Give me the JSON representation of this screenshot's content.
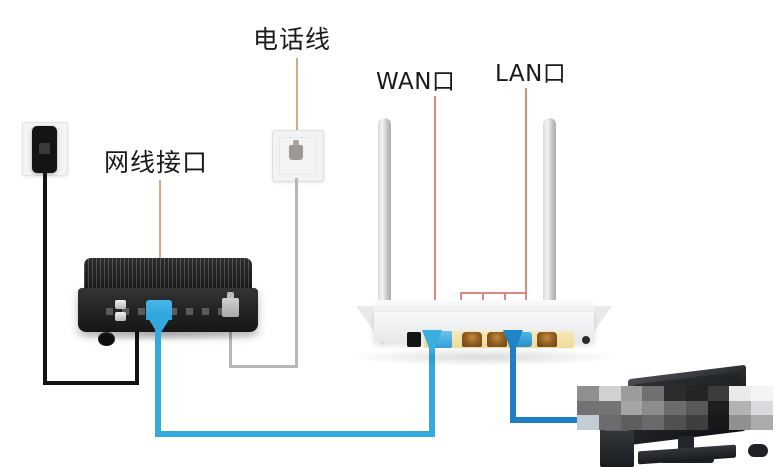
{
  "diagram": {
    "title": "router-connection-diagram",
    "labels": [
      {
        "id": "phone-line",
        "text": "电话线",
        "type": "cn"
      },
      {
        "id": "lan-port-cn",
        "text": "网线接口",
        "type": "cn"
      },
      {
        "id": "wan-port",
        "text": "WAN口",
        "type": "en"
      },
      {
        "id": "lan-port",
        "text": "LAN口",
        "type": "en"
      }
    ],
    "devices": {
      "power_outlet": "power-wall-outlet",
      "phone_jack": "phone-wall-jack",
      "modem": "dsl-cable-modem",
      "router": "wireless-router",
      "computer": "desktop-computer"
    },
    "router_ports": {
      "power_jack": "power-jack",
      "wan": "WAN",
      "lan": [
        "LAN1",
        "LAN2",
        "LAN3",
        "LAN4"
      ],
      "reset": "reset-button"
    },
    "cables": [
      {
        "id": "power-cable",
        "color": "#131313",
        "from": "power-wall-outlet",
        "to": "modem-power"
      },
      {
        "id": "phone-cable",
        "color": "#b7b7b7",
        "from": "phone-wall-jack",
        "to": "modem-phone"
      },
      {
        "id": "modem-wan-cable",
        "color": "#34a9dd",
        "from": "modem-ethernet",
        "to": "router-wan"
      },
      {
        "id": "lan-pc-cable",
        "color": "#1e7fc4",
        "from": "router-lan",
        "to": "computer"
      }
    ],
    "leader_color": "#d8a882",
    "pointer_color": "#d98a7e"
  },
  "mosaic": {
    "name": "censor-mosaic",
    "tiles": [
      "#8d8f91",
      "#cfd1d3",
      "#9a9c9e",
      "#6e7072",
      "#2a2c2e",
      "#222426",
      "#3a3c3e",
      "#e8eaec",
      "#f2f4f6",
      "#707274",
      "#72747 6",
      "#a2a4a6",
      "#8a8c8e",
      "#6a6c6e",
      "#56585a",
      "#1c1e20",
      "#b0b2b4",
      "#d8dade",
      "#c3cdd6",
      "#6a6c6e",
      "#5c5e60",
      "#68 6a6c",
      "#4e5052",
      "#3c3e40",
      "#16181a",
      "#8e9092",
      "#a9abad"
    ]
  }
}
